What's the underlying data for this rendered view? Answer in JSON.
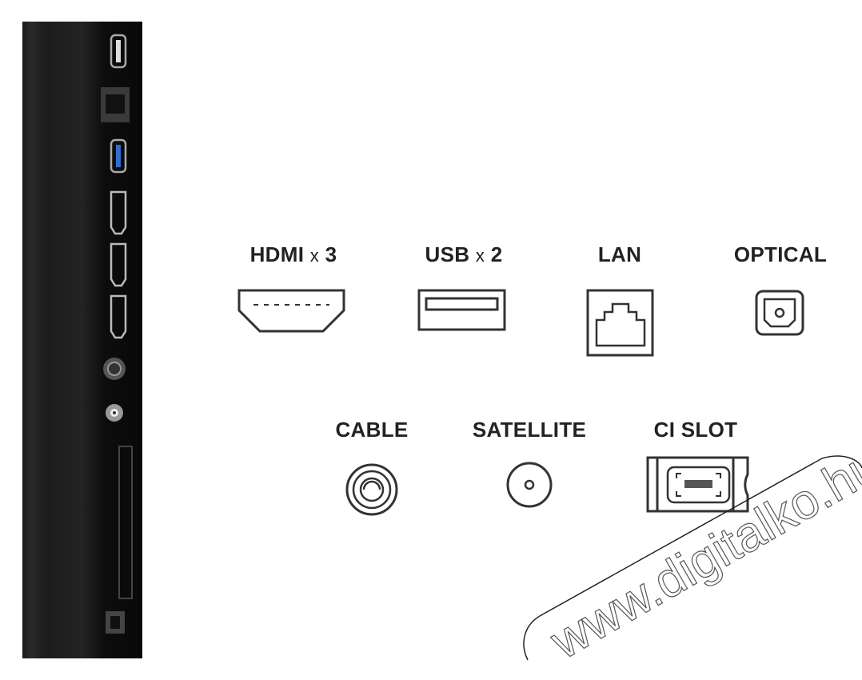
{
  "connectors_row1": [
    {
      "name": "HDMI",
      "multiplier": "x",
      "count": "3",
      "icon": "hdmi-port-icon"
    },
    {
      "name": "USB",
      "multiplier": "x",
      "count": "2",
      "icon": "usb-port-icon"
    },
    {
      "name": "LAN",
      "icon": "lan-port-icon"
    },
    {
      "name": "OPTICAL",
      "icon": "optical-port-icon"
    }
  ],
  "connectors_row2": [
    {
      "name": "CABLE",
      "icon": "cable-port-icon"
    },
    {
      "name": "SATELLITE",
      "icon": "satellite-port-icon"
    },
    {
      "name": "CI SLOT",
      "icon": "ci-slot-icon"
    }
  ],
  "watermark": "www.digitalko.hu",
  "colors": {
    "panel": "#1a1a1a",
    "icon_stroke": "#333333",
    "usb_blue": "#2f6fd0"
  }
}
